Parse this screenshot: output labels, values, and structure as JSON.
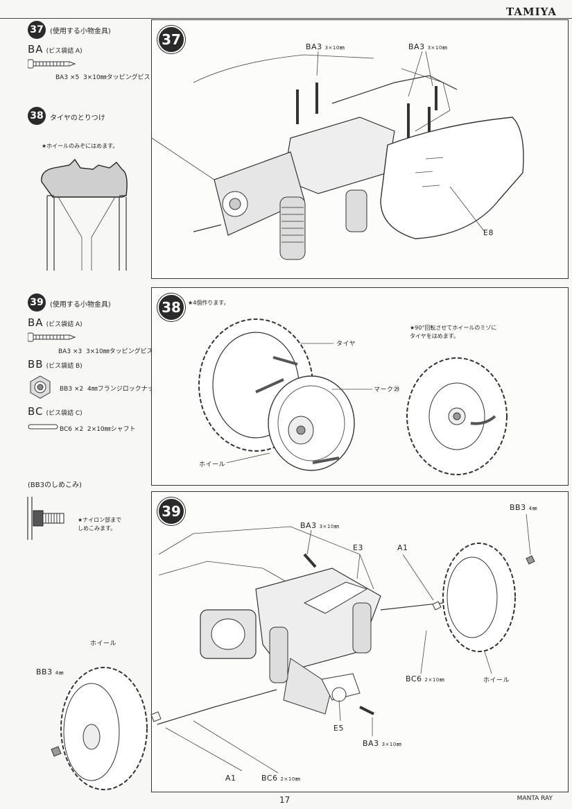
{
  "brand": "TAMIYA",
  "page_number": "17",
  "model_name": "MANTA RAY",
  "sidebar": {
    "s37": {
      "step": "37",
      "heading": "使用する小物金具",
      "bag": "BA",
      "bag_note": "(ビス袋詰 A)",
      "part": "BA3",
      "qty": "×5",
      "desc": "3×10㎜タッピングビス"
    },
    "s38": {
      "step": "38",
      "heading": "タイヤのとりつけ",
      "note": "★ホイールのみぞにはめます。"
    },
    "s39": {
      "step": "39",
      "heading": "使用する小物金具",
      "bags": [
        {
          "bag": "BA",
          "bag_note": "(ビス袋詰 A)",
          "part": "BA3",
          "qty": "×3",
          "desc": "3×10㎜タッピングビス"
        },
        {
          "bag": "BB",
          "bag_note": "(ビス袋詰 B)",
          "part": "BB3",
          "qty": "×2",
          "desc": "4㎜フランジロックナット"
        },
        {
          "bag": "BC",
          "bag_note": "(ビス袋詰 C)",
          "part": "BC6",
          "qty": "×2",
          "desc": "2×10㎜シャフト"
        }
      ]
    },
    "bb3": {
      "heading": "BB3のしめこみ",
      "note_line1": "★ナイロン部まで",
      "note_line2": "しめこみます。"
    }
  },
  "panel37": {
    "step": "37",
    "labels": {
      "ba3_left": "BA3",
      "ba3_left_size": "3×10㎜",
      "ba3_right": "BA3",
      "ba3_right_size": "3×10㎜",
      "e8": "E8"
    }
  },
  "panel38": {
    "step": "38",
    "note_make4": "★4個作ります。",
    "note_rotate_l1": "★90°回転させてホイールのミゾに",
    "note_rotate_l2": "タイヤをはめます。",
    "label_tire": "タイヤ",
    "label_mark": "マーク㉙",
    "label_wheel": "ホイール"
  },
  "panel39": {
    "step": "39",
    "labels": {
      "ba3_top": "BA3",
      "ba3_top_size": "3×10㎜",
      "e3": "E3",
      "a1_right": "A1",
      "bb3_right": "BB3",
      "bb3_right_size": "4㎜",
      "bc6_right": "BC6",
      "bc6_right_size": "2×10㎜",
      "wheel_right": "ホイール",
      "e5": "E5",
      "ba3_bottom": "BA3",
      "ba3_bottom_size": "3×10㎜",
      "a1_bottom": "A1",
      "bc6_bottom": "BC6",
      "bc6_bottom_size": "2×10㎜"
    }
  },
  "left_wheel": {
    "label_wheel": "ホイール",
    "label_bb3": "BB3",
    "label_bb3_size": "4㎜"
  }
}
